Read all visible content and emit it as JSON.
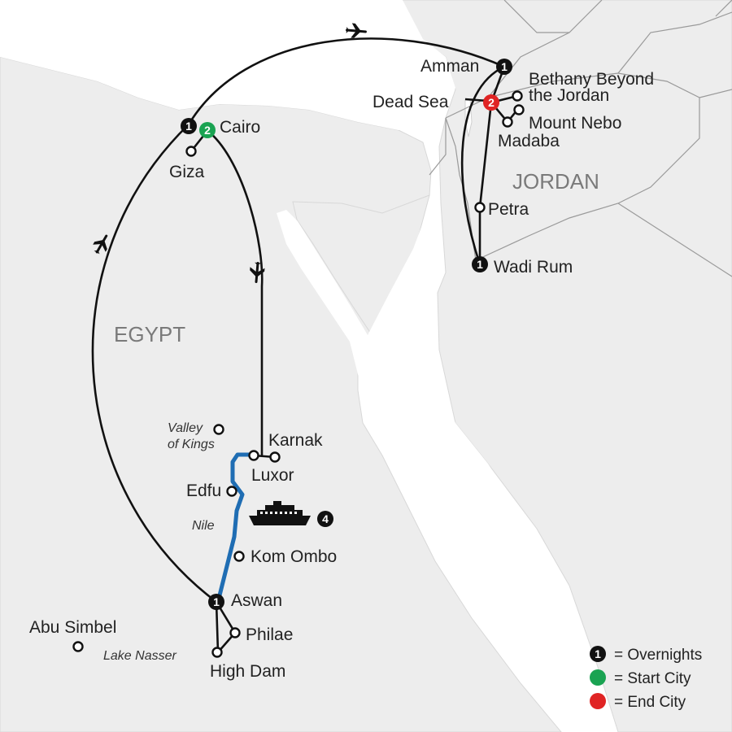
{
  "map": {
    "countries": {
      "egypt": "EGYPT",
      "jordan": "JORDAN"
    },
    "places": {
      "amman": "Amman",
      "bethany_line1": "Bethany Beyond",
      "bethany_line2": "the Jordan",
      "dead_sea": "Dead Sea",
      "mount_nebo": "Mount Nebo",
      "madaba": "Madaba",
      "petra": "Petra",
      "wadi_rum": "Wadi Rum",
      "cairo": "Cairo",
      "giza": "Giza",
      "valley_line1": "Valley",
      "valley_line2": "of Kings",
      "karnak": "Karnak",
      "luxor": "Luxor",
      "edfu": "Edfu",
      "nile": "Nile",
      "kom_ombo": "Kom Ombo",
      "aswan": "Aswan",
      "philae": "Philae",
      "abu_simbel": "Abu Simbel",
      "lake_nasser": "Lake Nasser",
      "high_dam": "High Dam"
    },
    "overnights": {
      "amman": "1",
      "dead_sea": "2",
      "wadi_rum": "1",
      "cairo_overnight": "1",
      "cairo_start": "2",
      "cruise": "4",
      "aswan": "1"
    },
    "legend": {
      "overnights_marker": "1",
      "overnights": "= Overnights",
      "start": "= Start City",
      "end": "= End City"
    },
    "colors": {
      "land": "#ededed",
      "water": "#ffffff",
      "border": "#9a9a9a",
      "route": "#111111",
      "cruise": "#1f6db3",
      "start": "#1aa352",
      "end": "#e02424"
    },
    "icons": {
      "flight": "airplane-icon",
      "cruise": "cruise-ship-icon"
    }
  }
}
